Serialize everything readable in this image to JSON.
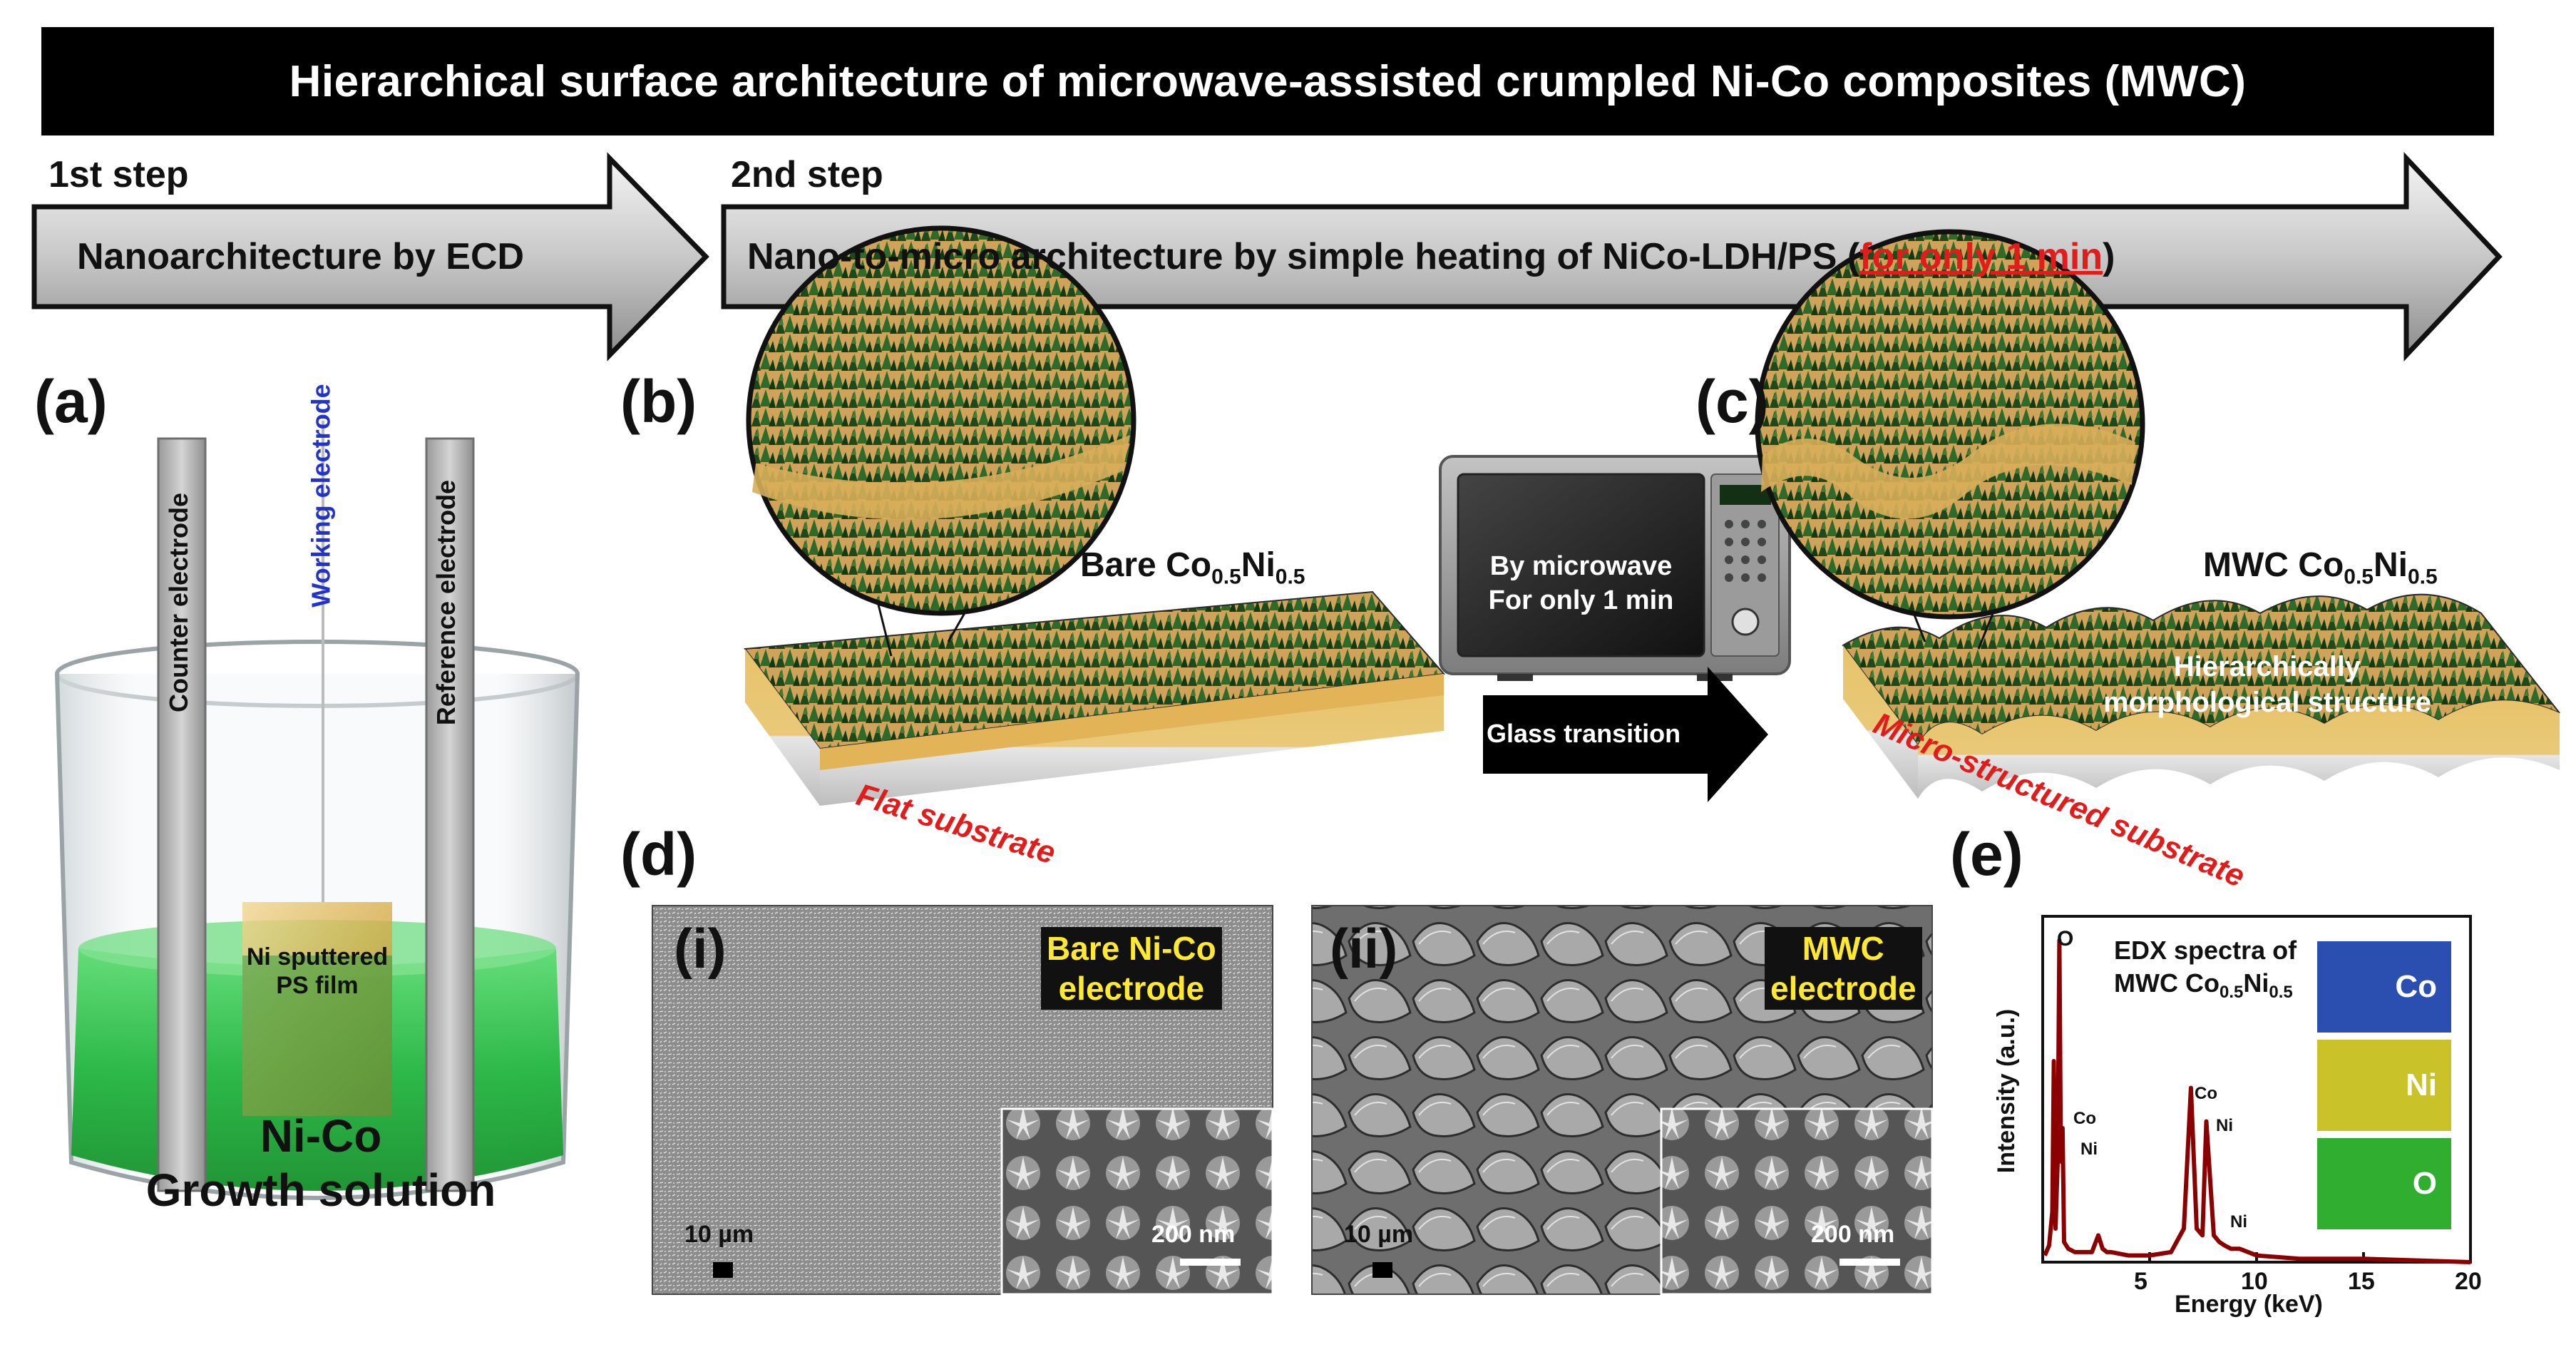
{
  "title": "Hierarchical surface architecture of microwave-assisted crumpled Ni-Co composites (MWC)",
  "steps": [
    {
      "label": "1st step",
      "text": "Nanoarchitecture by ECD"
    },
    {
      "label": "2nd step",
      "text_before": "Nano-to-micro architecture by simple heating of NiCo-LDH/PS (",
      "highlight": "for only 1 min",
      "text_after": ")"
    }
  ],
  "panel_labels": {
    "a": "(a)",
    "b": "(b)",
    "c": "(c)",
    "d": "(d)",
    "e": "(e)"
  },
  "panel_a": {
    "counter_electrode": "Counter electrode",
    "working_electrode": "Working electrode",
    "reference_electrode": "Reference electrode",
    "film_line1": "Ni sputtered",
    "film_line2": "PS film",
    "solution_line1": "Ni-Co",
    "solution_line2": "Growth solution"
  },
  "panel_b": {
    "label_main": "Bare Co",
    "sub1": "0.5",
    "mid": "Ni",
    "sub2": "0.5",
    "substrate": "Flat substrate"
  },
  "microwave": {
    "line1": "By microwave",
    "line2": "For only 1 min",
    "arrow_text": "Glass transition"
  },
  "panel_c": {
    "label_main": "MWC Co",
    "sub1": "0.5",
    "mid": "Ni",
    "sub2": "0.5",
    "structure_line1": "Hierarchically",
    "structure_line2": "morphological structure",
    "substrate": "Micro-structured substrate"
  },
  "panel_d": {
    "i": {
      "roman": "(i)",
      "badge_line1": "Bare Ni-Co",
      "badge_line2": "electrode",
      "scale_main": "10 µm",
      "scale_inset": "200 nm"
    },
    "ii": {
      "roman": "(ii)",
      "badge_line1": "MWC",
      "badge_line2": "electrode",
      "scale_main": "10 µm",
      "scale_inset": "200 nm"
    }
  },
  "panel_e": {
    "legend_line1": "EDX spectra of",
    "legend_line2_main": "MWC Co",
    "legend_sub1": "0.5",
    "legend_mid": "Ni",
    "legend_sub2": "0.5",
    "xlabel": "Energy (keV)",
    "ylabel": "Intensity (a.u.)",
    "peak_labels": {
      "O": "O",
      "Co_low": "Co",
      "Ni_low": "Ni",
      "Co_high": "Co",
      "Ni_high": "Ni",
      "Ni_third": "Ni"
    },
    "maps": [
      "Co",
      "Ni",
      "O"
    ],
    "map_colors": [
      "#2a4fb0",
      "#c9c228",
      "#2fae2f"
    ],
    "spectrum_color": "#8b0000"
  },
  "chart_data": {
    "type": "line",
    "title": "",
    "xlabel": "Energy (keV)",
    "ylabel": "Intensity (a.u.)",
    "xlim": [
      0,
      20
    ],
    "xticks": [
      5,
      10,
      15,
      20
    ],
    "yticks_labeled": false,
    "series": [
      {
        "x": [
          0.1,
          0.3,
          0.45,
          0.52,
          0.6,
          0.7,
          0.78,
          0.85,
          0.93,
          1.0,
          1.2,
          1.5,
          1.8,
          2.3,
          2.6,
          2.8,
          3.0,
          3.2,
          4.0,
          5.0,
          6.0,
          6.6,
          6.93,
          7.2,
          7.47,
          7.65,
          8.0,
          8.26,
          8.5,
          8.8,
          9.2,
          10.0,
          12.0,
          15.0,
          20.0
        ],
        "y": [
          0.02,
          0.05,
          0.15,
          0.6,
          0.1,
          0.3,
          0.96,
          0.3,
          0.4,
          0.06,
          0.04,
          0.03,
          0.03,
          0.03,
          0.08,
          0.04,
          0.03,
          0.03,
          0.02,
          0.02,
          0.03,
          0.1,
          0.52,
          0.1,
          0.08,
          0.42,
          0.08,
          0.06,
          0.05,
          0.04,
          0.04,
          0.02,
          0.01,
          0.01,
          0.0
        ]
      }
    ]
  }
}
